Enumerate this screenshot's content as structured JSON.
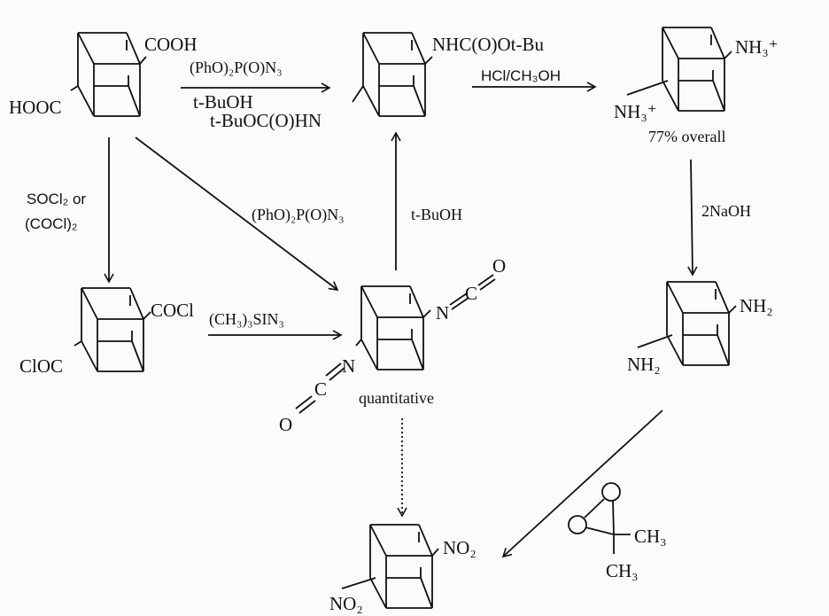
{
  "colors": {
    "ink": "#111111",
    "background": "#fbfbfa"
  },
  "molecules": {
    "diacid": {
      "sub1": "COOH",
      "sub2": "HOOC"
    },
    "carbamate": {
      "sub1": "NHC(O)Ot-Bu",
      "sub2": "t-BuOC(O)HN"
    },
    "diammonium": {
      "sub1": "NH₃⁺",
      "sub2": "NH₃⁺",
      "note": "77% overall"
    },
    "diacid_chloride": {
      "sub1": "COCl",
      "sub2": "ClOC"
    },
    "diisocyanate": {
      "atoms_upper": [
        "N",
        "C",
        "O"
      ],
      "atoms_lower": [
        "N",
        "C",
        "O"
      ],
      "note": "quantitative"
    },
    "diamine": {
      "sub1": "NH₂",
      "sub2": "NH₂"
    },
    "dinitro": {
      "sub1": "NO₂",
      "sub2": "NO₂"
    },
    "dimethyldioxirane": {
      "methyl1": "CH₃",
      "methyl2": "CH₃"
    }
  },
  "reagents": {
    "acid_to_carbamate_top": "(PhO)₂P(O)N₃",
    "acid_to_carbamate_bottom": "t-BuOH",
    "carbamate_to_ammonium": "HCl/CH₃OH",
    "acid_to_chloride_1": "SOCl₂ or",
    "acid_to_chloride_2": "(COCl)₂",
    "acid_to_isocyanate": "(PhO)₂P(O)N₃",
    "isocyanate_to_carbamate": "t-BuOH",
    "chloride_to_isocyanate": "(CH₃)₃SIN₃",
    "ammonium_to_amine": "2NaOH"
  }
}
